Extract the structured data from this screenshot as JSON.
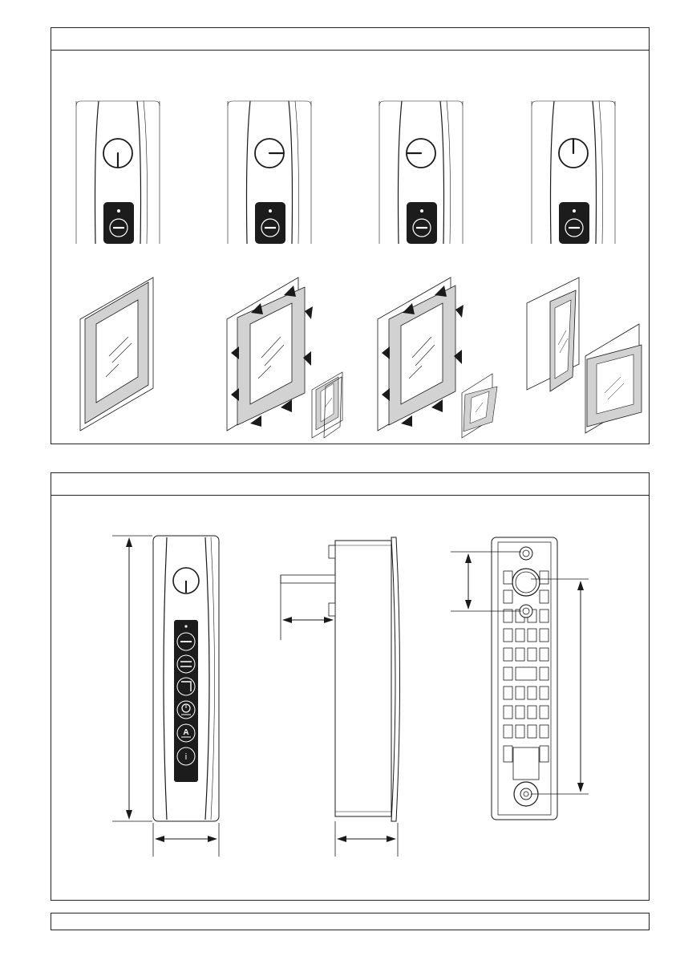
{
  "sections": {
    "top_title": "",
    "bottom_title": "",
    "footer_text": ""
  },
  "icons": {
    "dial": "rotary-dial-icon",
    "minus": "minus-button-icon",
    "equals": "double-line-button-icon",
    "corner": "corner-button-icon",
    "timer": "timer-button-icon",
    "auto": "auto-button-icon",
    "info": "info-button-icon"
  },
  "labels": {
    "auto_button": "A",
    "info_button": "i"
  },
  "dial_steps": [
    {
      "angle_deg": 180
    },
    {
      "angle_deg": 90
    },
    {
      "angle_deg": 270
    },
    {
      "angle_deg": 0
    }
  ],
  "colors": {
    "line": "#1a1a1a",
    "panel_black": "#1c1c1c",
    "frame_gray": "#d2d2d2",
    "white": "#ffffff"
  }
}
